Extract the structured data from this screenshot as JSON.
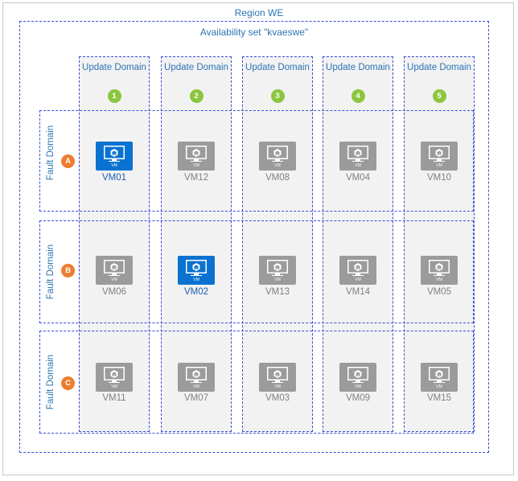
{
  "region": {
    "label": "Region WE"
  },
  "availability_set": {
    "label": "Availability set \"kvaeswe\""
  },
  "update_domains": [
    {
      "label": "Update Domain",
      "number": "1"
    },
    {
      "label": "Update Domain",
      "number": "2"
    },
    {
      "label": "Update Domain",
      "number": "3"
    },
    {
      "label": "Update Domain",
      "number": "4"
    },
    {
      "label": "Update Domain",
      "number": "5"
    }
  ],
  "fault_domains": [
    {
      "label": "Fault Domain",
      "letter": "A"
    },
    {
      "label": "Fault Domain",
      "letter": "B"
    },
    {
      "label": "Fault Domain",
      "letter": "C"
    }
  ],
  "vms": [
    [
      {
        "name": "VM01",
        "highlighted": true
      },
      {
        "name": "VM12",
        "highlighted": false
      },
      {
        "name": "VM08",
        "highlighted": false
      },
      {
        "name": "VM04",
        "highlighted": false
      },
      {
        "name": "VM10",
        "highlighted": false
      }
    ],
    [
      {
        "name": "VM06",
        "highlighted": false
      },
      {
        "name": "VM02",
        "highlighted": true
      },
      {
        "name": "VM13",
        "highlighted": false
      },
      {
        "name": "VM14",
        "highlighted": false
      },
      {
        "name": "VM05",
        "highlighted": false
      }
    ],
    [
      {
        "name": "VM11",
        "highlighted": false
      },
      {
        "name": "VM07",
        "highlighted": false
      },
      {
        "name": "VM03",
        "highlighted": false
      },
      {
        "name": "VM09",
        "highlighted": false
      },
      {
        "name": "VM15",
        "highlighted": false
      }
    ]
  ],
  "vm_icon_text": "VM",
  "colors": {
    "highlight": "#0a72d0",
    "normal": "#9b9b9b",
    "highlight_text": "#1f5fb0",
    "normal_text": "#808080",
    "update_badge": "#8cc63f",
    "fault_badge": "#ed7d31",
    "dashed_line": "#3b4fd8"
  },
  "icons": {
    "vm": "virtual-machine-icon"
  }
}
